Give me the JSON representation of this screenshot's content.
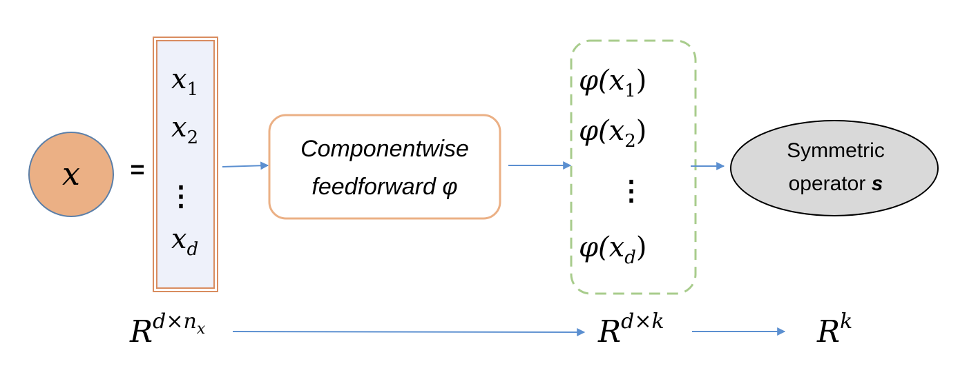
{
  "input": {
    "symbol": "x",
    "fill": "#EBB085",
    "stroke": "#5B7FA8"
  },
  "equals": "=",
  "vector": {
    "fill": "#EEF1FA",
    "stroke": "#D98C5F",
    "entries": [
      {
        "base": "x",
        "sub": "1"
      },
      {
        "base": "x",
        "sub": "2"
      },
      {
        "dots": "⋮"
      },
      {
        "base": "x",
        "sub": "d"
      }
    ]
  },
  "feedforward": {
    "line1": "Componentwise",
    "line2": "feedforward φ",
    "stroke": "#EBB085"
  },
  "mapped": {
    "stroke": "#A8CC8C",
    "entries": [
      {
        "open": "φ(",
        "base": "x",
        "sub": "1",
        "close": ")"
      },
      {
        "open": "φ(",
        "base": "x",
        "sub": "2",
        "close": ")"
      },
      {
        "dots": "⋮"
      },
      {
        "open": "φ(",
        "base": "x",
        "sub": "d",
        "close": ")"
      }
    ]
  },
  "operator": {
    "line1": "Symmetric",
    "line2": "operator ",
    "symbol": "s",
    "fill": "#D9D9D9"
  },
  "spaces": [
    {
      "base": "R",
      "sup": "d×n",
      "sup_sub": "x"
    },
    {
      "base": "R",
      "sup": "d×k"
    },
    {
      "base": "R",
      "sup": "k"
    }
  ],
  "arrow_color": "#5B8FD0"
}
